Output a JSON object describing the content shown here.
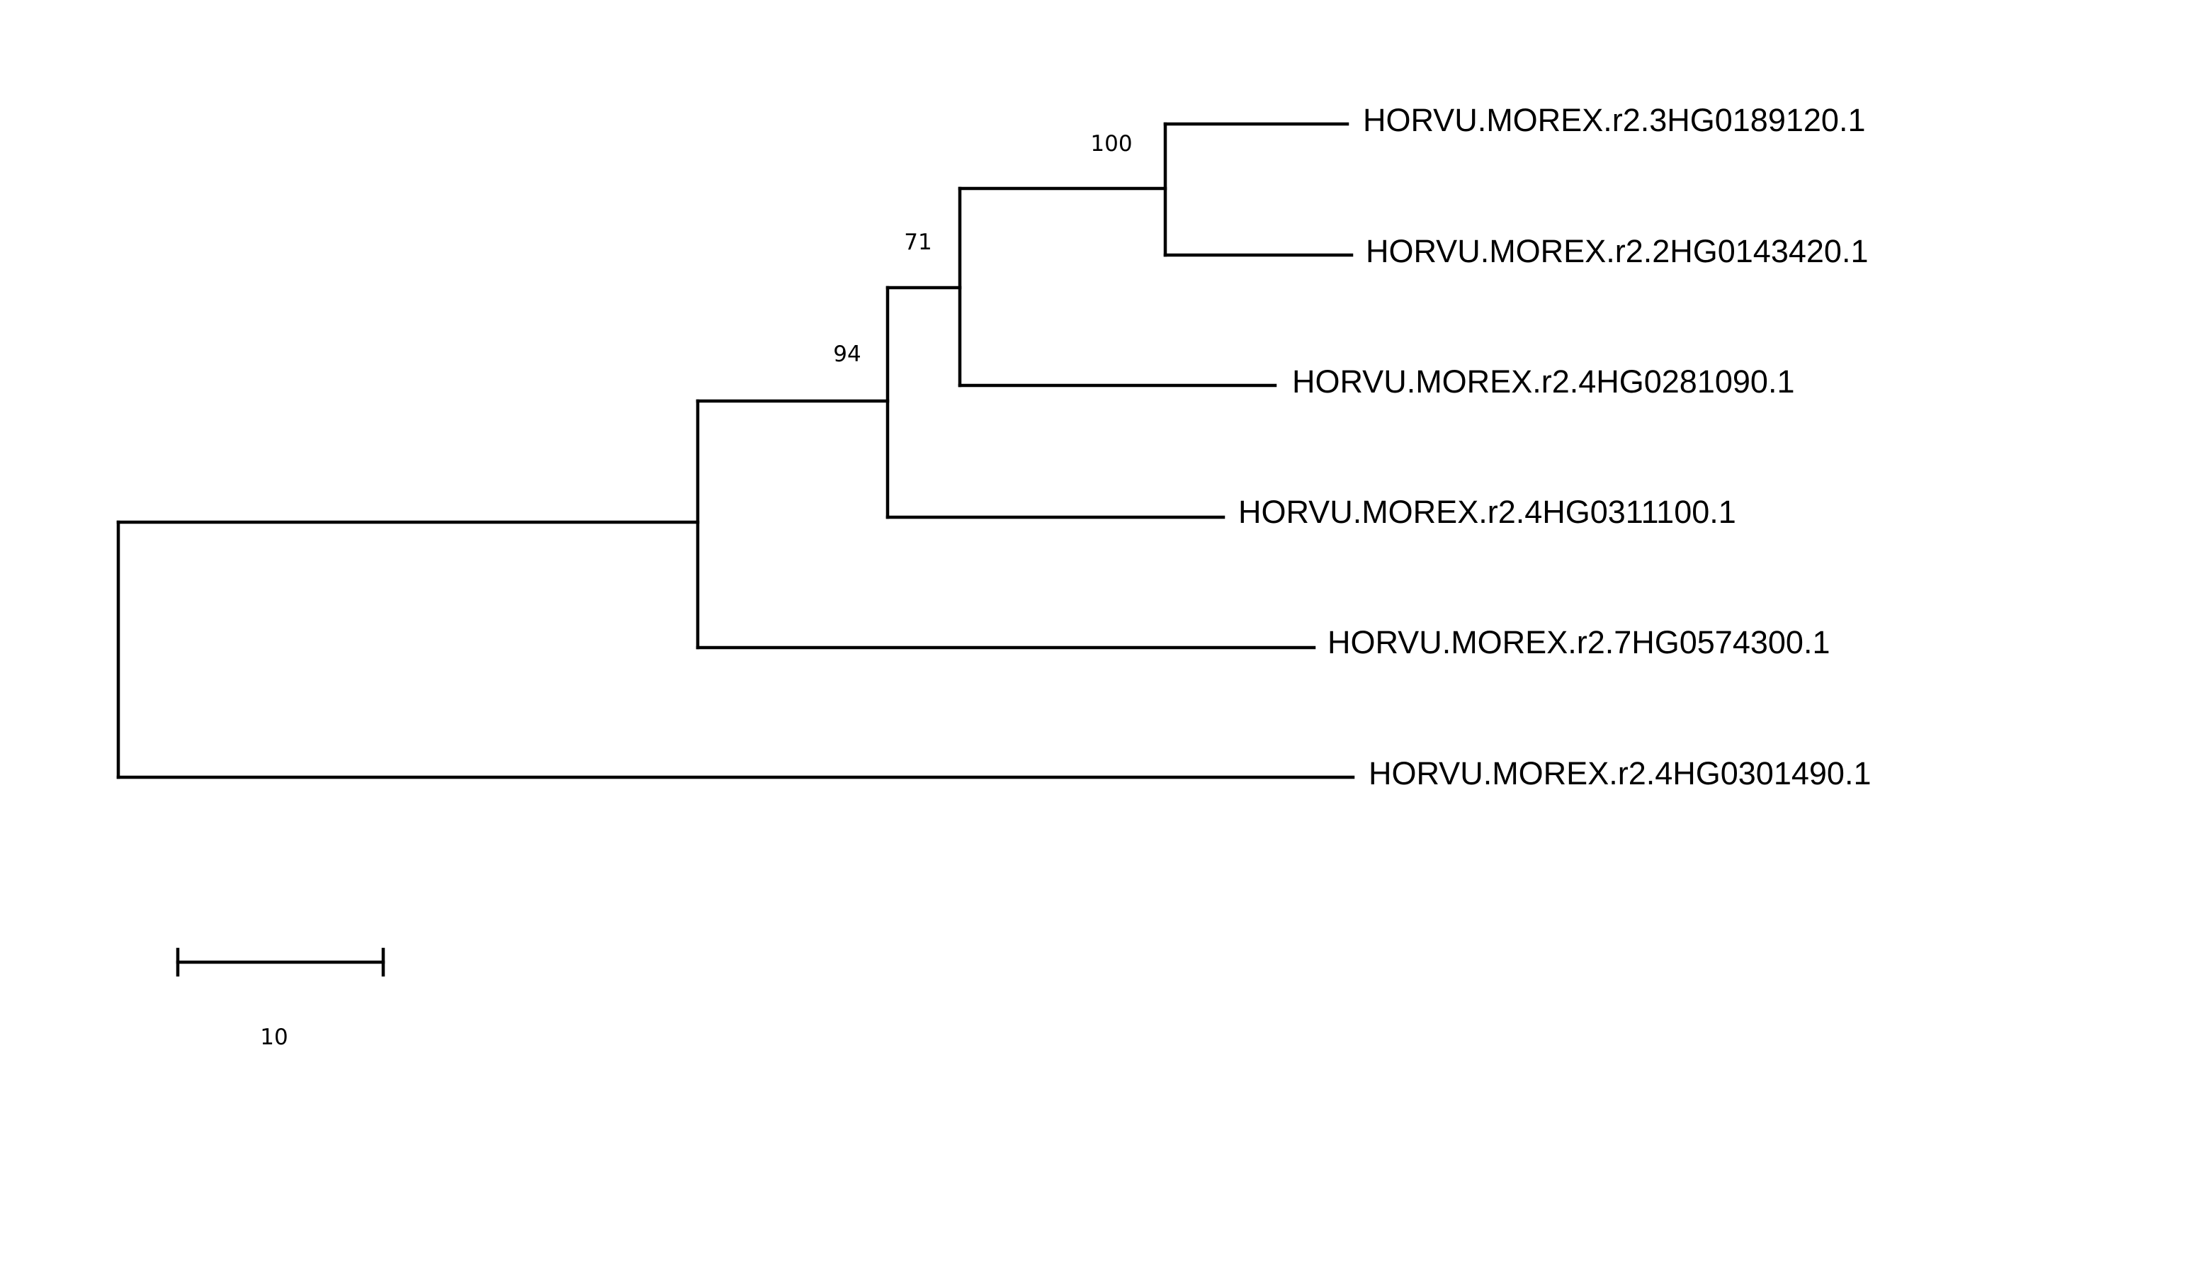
{
  "tree": {
    "taxa": [
      "HORVU.MOREX.r2.3HG0189120.1",
      "HORVU.MOREX.r2.2HG0143420.1",
      "HORVU.MOREX.r2.4HG0281090.1",
      "HORVU.MOREX.r2.4HG0311100.1",
      "HORVU.MOREX.r2.7HG0574300.1",
      "HORVU.MOREX.r2.4HG0301490.1"
    ],
    "bootstrap": [
      {
        "clade": [
          "HORVU.MOREX.r2.3HG0189120.1",
          "HORVU.MOREX.r2.2HG0143420.1"
        ],
        "value": "100"
      },
      {
        "clade": [
          "HORVU.MOREX.r2.3HG0189120.1",
          "HORVU.MOREX.r2.2HG0143420.1",
          "HORVU.MOREX.r2.4HG0281090.1"
        ],
        "value": "71"
      },
      {
        "clade": [
          "HORVU.MOREX.r2.3HG0189120.1",
          "HORVU.MOREX.r2.2HG0143420.1",
          "HORVU.MOREX.r2.4HG0281090.1",
          "HORVU.MOREX.r2.4HG0311100.1"
        ],
        "value": "94"
      }
    ],
    "scale_bar": {
      "label": "10",
      "length": 10
    },
    "branch_color": "#000000"
  }
}
